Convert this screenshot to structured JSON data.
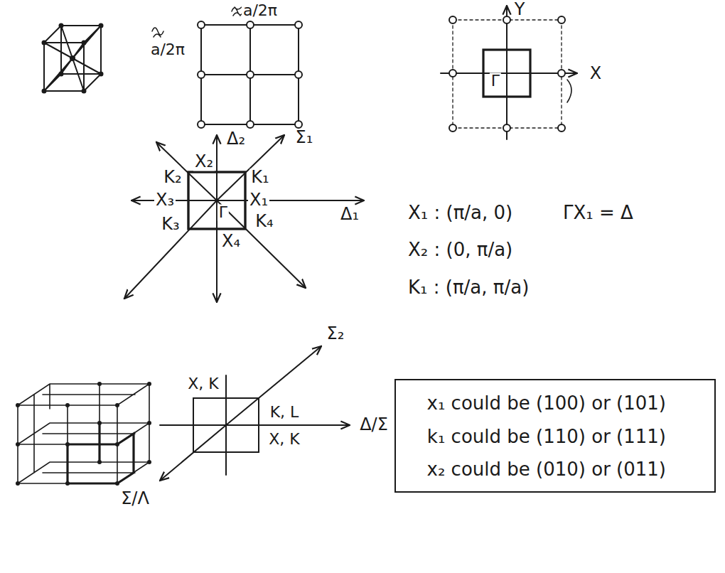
{
  "diagram": {
    "nodes": [
      {
        "text": [
          "x₁ could be (100) or (101)",
          "k₁ could be (110) or (111)",
          "x₂ could be (010) or (011)"
        ]
      }
    ],
    "labels": [
      "a/2π",
      "a/2π",
      "Y",
      "X",
      "Γ",
      "Δ₂",
      "Σ₁",
      "X₂",
      "K₂",
      "K₁",
      "X₃",
      "Γ",
      "X₁",
      "Δ₁",
      "K₃",
      "X₄",
      "K₄",
      "X₁ : (π/a, 0)",
      "ΓX₁ = Δ",
      "X₂ : (0, π/a)",
      "K₁ : (π/a, π/a)",
      "X, K",
      "Σ₂",
      "K, L",
      "X, K",
      "Δ/Σ",
      "Σ/Λ"
    ]
  }
}
